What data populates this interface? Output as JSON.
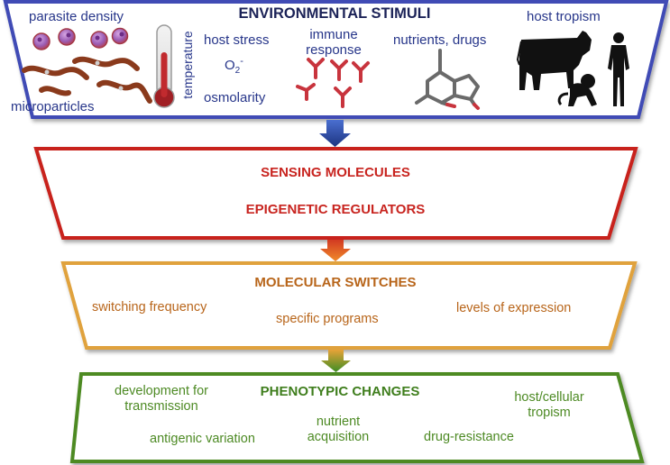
{
  "stimuli": {
    "title": "ENVIRONMENTAL STIMULI",
    "parasite_density": "parasite density",
    "microparticles": "microparticles",
    "temperature": "temperature",
    "host_stress": "host stress",
    "o2_base": "O",
    "o2_sub": "2",
    "o2_sup": "-",
    "osmolarity": "osmolarity",
    "immune_line1": "immune",
    "immune_line2": "response",
    "nutrients_drugs": "nutrients, drugs",
    "host_tropism": "host tropism"
  },
  "sensing": {
    "line1": "SENSING MOLECULES",
    "line2": "EPIGENETIC REGULATORS"
  },
  "switches": {
    "title": "MOLECULAR SWITCHES",
    "items": [
      "switching frequency",
      "specific programs",
      "levels of expression"
    ]
  },
  "phenotypic": {
    "title": "PHENOTYPIC CHANGES",
    "development_line1": "development for",
    "development_line2": "transmission",
    "antigenic_variation": "antigenic variation",
    "nutrient_line1": "nutrient",
    "nutrient_line2": "acquisition",
    "drug_resistance": "drug-resistance",
    "tropism_line1": "host/cellular",
    "tropism_line2": "tropism"
  },
  "colors": {
    "stimuli_border": "#3f4bb5",
    "sensing_border": "#c8241f",
    "switches_border": "#e0a23c",
    "phenotypic_border": "#4d8a24",
    "arrow_blue": "#2c4aa8",
    "arrow_orange": "#e0502a",
    "arrow_green": "#4f9a2c"
  }
}
